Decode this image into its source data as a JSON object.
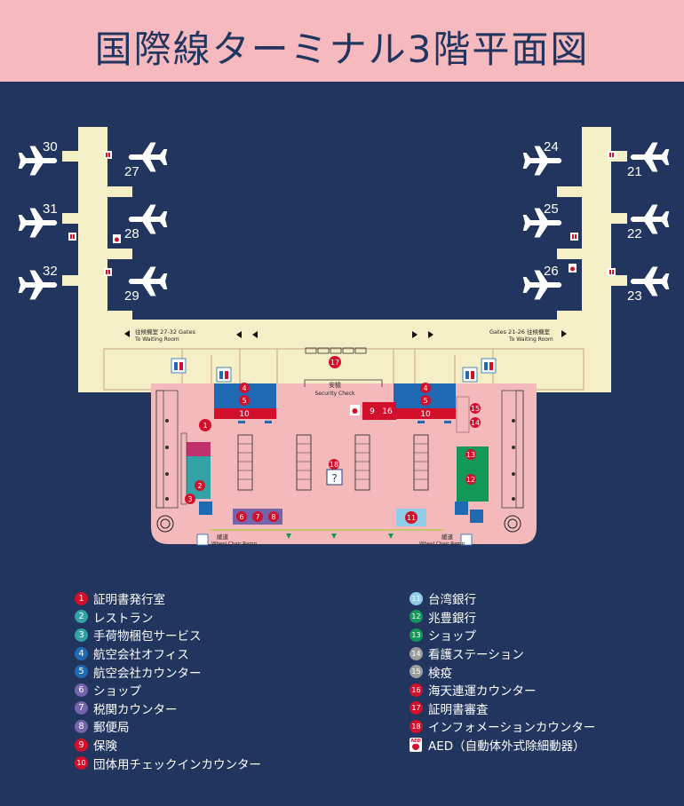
{
  "title": "国際線ターミナル3階平面図",
  "colors": {
    "background": "#21355f",
    "title_bar": "#f5b9be",
    "concourse": "#f5efc8",
    "hall": "#f4b9bb",
    "badge_red": "#d2102b",
    "badge_teal": "#31a2a6",
    "badge_blue": "#1f6ab3",
    "badge_purple": "#7465ad",
    "badge_lightblue": "#90cde8",
    "badge_green": "#13985a",
    "badge_gray": "#9d9d9d",
    "badge_pink": "#dd4a6a"
  },
  "gates": {
    "left": [
      "30",
      "31",
      "32",
      "27",
      "28",
      "29"
    ],
    "right": [
      "24",
      "25",
      "26",
      "21",
      "22",
      "23"
    ]
  },
  "signs": {
    "left_gates": "往候機室 27-32 Gates",
    "left_gates_en": "To Waiting Room",
    "right_gates": "Gates 21-26 往候機室",
    "right_gates_en": "To Waiting Room",
    "security": "安檢",
    "security_en": "Security Check",
    "ramp": "緩道",
    "ramp_en": "Wheel Chair Ramp",
    "aed": "AED"
  },
  "legend": [
    {
      "num": "1",
      "label": "証明書発行室",
      "color": "#d2102b"
    },
    {
      "num": "2",
      "label": "レストラン",
      "color": "#31a2a6"
    },
    {
      "num": "3",
      "label": "手荷物梱包サービス",
      "color": "#31a2a6"
    },
    {
      "num": "4",
      "label": "航空会社オフィス",
      "color": "#1f6ab3"
    },
    {
      "num": "5",
      "label": "航空会社カウンター",
      "color": "#1f6ab3"
    },
    {
      "num": "6",
      "label": "ショップ",
      "color": "#7465ad"
    },
    {
      "num": "7",
      "label": "税関カウンター",
      "color": "#7465ad"
    },
    {
      "num": "8",
      "label": "郵便局",
      "color": "#7465ad"
    },
    {
      "num": "9",
      "label": "保険",
      "color": "#d2102b"
    },
    {
      "num": "10",
      "label": "団体用チェックインカウンター",
      "color": "#d2102b"
    },
    {
      "num": "11",
      "label": "台湾銀行",
      "color": "#90cde8"
    },
    {
      "num": "12",
      "label": "兆豊銀行",
      "color": "#13985a"
    },
    {
      "num": "13",
      "label": "ショップ",
      "color": "#13985a"
    },
    {
      "num": "14",
      "label": "看護ステーション",
      "color": "#9d9d9d"
    },
    {
      "num": "15",
      "label": "検疫",
      "color": "#9d9d9d"
    },
    {
      "num": "16",
      "label": "海天連運カウンター",
      "color": "#d2102b"
    },
    {
      "num": "17",
      "label": "証明書審査",
      "color": "#d2102b"
    },
    {
      "num": "18",
      "label": "インフォメーションカウンター",
      "color": "#d2102b"
    },
    {
      "num": "AED",
      "label": "AED（自動体外式除細動器）",
      "color": "#ffffff",
      "icon": "aed-icon"
    }
  ]
}
